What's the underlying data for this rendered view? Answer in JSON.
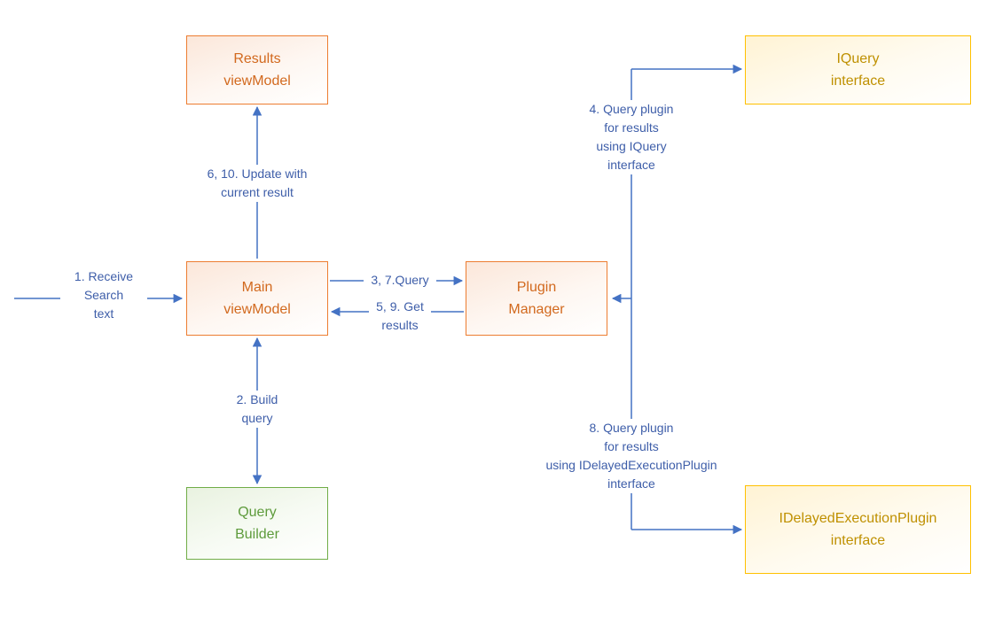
{
  "title": "Search plugin query flow diagram",
  "colors": {
    "orange_border": "#ED7D31",
    "orange_text": "#D2691E",
    "gold_border": "#FFC000",
    "gold_text": "#BF9000",
    "green_border": "#70AD47",
    "green_text": "#5E9B3C",
    "arrow": "#4472C4",
    "edge_text": "#3E5EA9"
  },
  "nodes": {
    "results_viewmodel": {
      "label": "Results\nviewModel",
      "color": "#ED7D31"
    },
    "iquery_interface": {
      "label": "IQuery\ninterface",
      "color": "#FFC000"
    },
    "main_viewmodel": {
      "label": "Main\nviewModel",
      "color": "#ED7D31"
    },
    "plugin_manager": {
      "label": "Plugin\nManager",
      "color": "#ED7D31"
    },
    "query_builder": {
      "label": "Query\nBuilder",
      "color": "#70AD47"
    },
    "idelayedexecutionplugin_interface": {
      "label": "IDelayedExecutionPlugin\ninterface",
      "color": "#FFC000"
    }
  },
  "edges": {
    "receive_search": {
      "label": "1. Receive\nSearch\ntext",
      "from": "external",
      "to": "main_viewmodel"
    },
    "update_with_current_result": {
      "label": "6, 10. Update with\ncurrent result",
      "from": "main_viewmodel",
      "to": "results_viewmodel"
    },
    "build_query": {
      "label": "2. Build\nquery",
      "from": "main_viewmodel",
      "to": "query_builder"
    },
    "query": {
      "label": "3, 7.Query",
      "from": "main_viewmodel",
      "to": "plugin_manager"
    },
    "get_results": {
      "label": "5, 9. Get\nresults",
      "from": "plugin_manager",
      "to": "main_viewmodel"
    },
    "query_plugin_iquery": {
      "label": "4. Query plugin\nfor results\nusing IQuery\ninterface",
      "from": "plugin_manager",
      "to": "iquery_interface"
    },
    "query_plugin_idelayed": {
      "label": "8. Query plugin\nfor results\nusing IDelayedExecutionPlugin\ninterface",
      "from": "plugin_manager",
      "to": "idelayedexecutionplugin_interface"
    }
  }
}
